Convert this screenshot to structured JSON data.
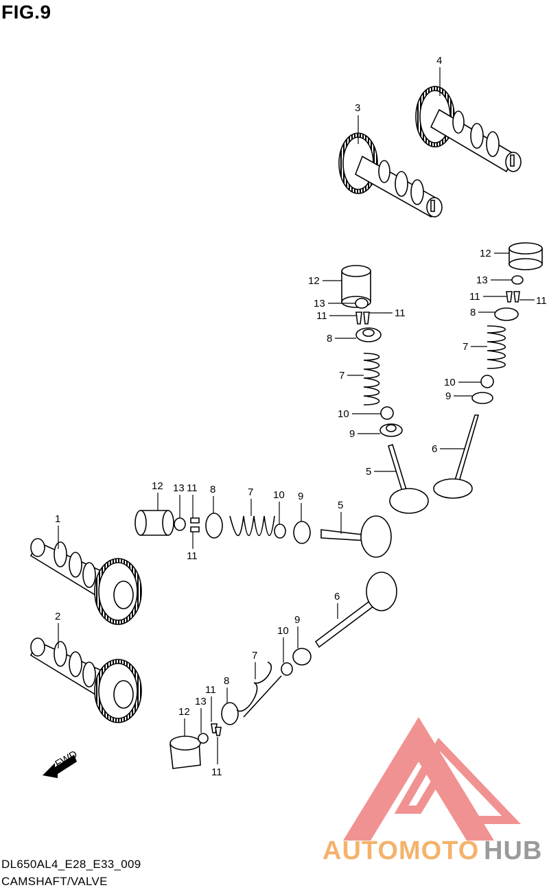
{
  "figure": {
    "title": "FIG.9"
  },
  "footer": {
    "code": "DL650AL4_E28_E33_009",
    "name": "CAMSHAFT/VALVE"
  },
  "fwd_label": "FWD",
  "watermark": {
    "part1": "AUTOMOTO",
    "part2": "HUB",
    "color1": "#f5b26b",
    "color2": "#9a9a9a",
    "logo_color": "#ef8080"
  },
  "callouts": {
    "c1": "1",
    "c2": "2",
    "c3": "3",
    "c4": "4",
    "c5a": "5",
    "c5b": "5",
    "c6a": "6",
    "c6b": "6",
    "c7a": "7",
    "c7b": "7",
    "c7c": "7",
    "c7d": "7",
    "c8a": "8",
    "c8b": "8",
    "c8c": "8",
    "c8d": "8",
    "c9a": "9",
    "c9b": "9",
    "c9c": "9",
    "c9d": "9",
    "c10a": "10",
    "c10b": "10",
    "c10c": "10",
    "c10d": "10",
    "c11a": "11",
    "c11b": "11",
    "c11c": "11",
    "c11d": "11",
    "c11e": "11",
    "c11f": "11",
    "c11g": "11",
    "c11h": "11",
    "c12a": "12",
    "c12b": "12",
    "c12c": "12",
    "c12d": "12",
    "c13a": "13",
    "c13b": "13",
    "c13c": "13",
    "c13d": "13"
  }
}
